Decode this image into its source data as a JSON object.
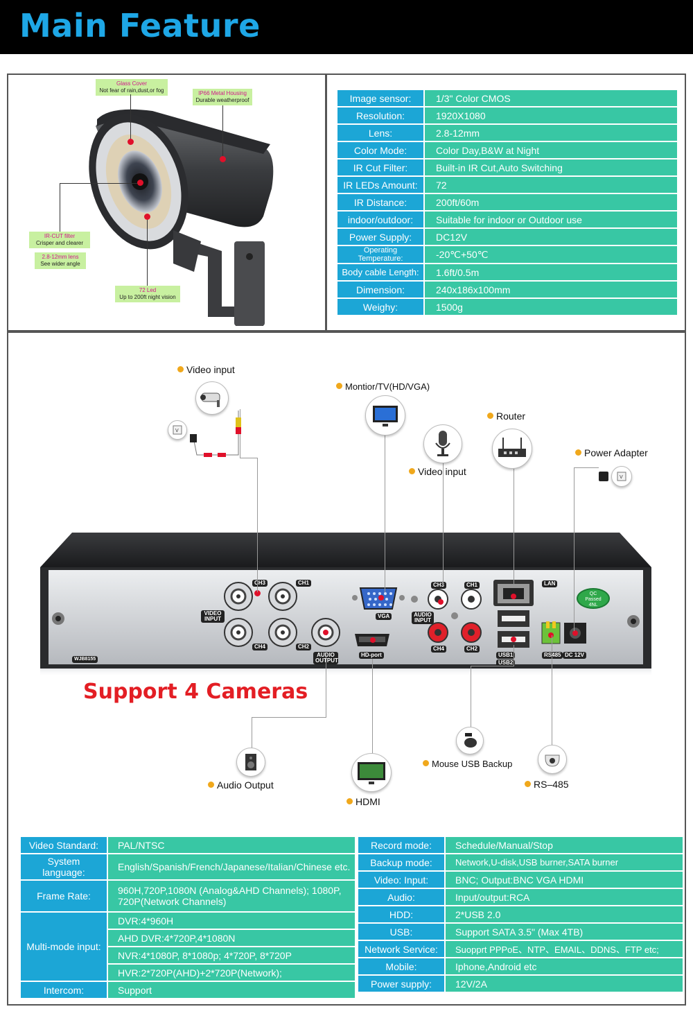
{
  "header": {
    "title": "Main Feature"
  },
  "camera": {
    "callouts": [
      {
        "title": "Glass Cover",
        "text": "Not fear of rain,dust,or fog"
      },
      {
        "title": "IP66 Metal Housing",
        "text": "Durable weatherproof"
      },
      {
        "title": "IR-CUT filter",
        "text": "Crisper and clearer"
      },
      {
        "title": "2.8-12mm lens",
        "text": "See wider angle"
      },
      {
        "title": "72 Led",
        "text": "Up to 200ft night vision"
      }
    ]
  },
  "camera_specs": [
    {
      "key": "Image sensor:",
      "value": "1/3\" Color CMOS"
    },
    {
      "key": "Resolution:",
      "value": "1920X1080"
    },
    {
      "key": "Lens:",
      "value": "2.8-12mm"
    },
    {
      "key": "Color Mode:",
      "value": "Color Day,B&W at Night"
    },
    {
      "key": "IR Cut Filter:",
      "value": "Built-in IR Cut,Auto Switching"
    },
    {
      "key": "IR LEDs Amount:",
      "value": "72"
    },
    {
      "key": "IR Distance:",
      "value": "200ft/60m"
    },
    {
      "key": "indoor/outdoor:",
      "value": "Suitable for indoor or Outdoor use"
    },
    {
      "key": "Power Supply:",
      "value": "DC12V"
    },
    {
      "key": "Operating Temperature:",
      "value": "-20℃+50℃"
    },
    {
      "key": "Body cable Length:",
      "value": "1.6ft/0.5m"
    },
    {
      "key": "Dimension:",
      "value": "240x186x100mm"
    },
    {
      "key": "Weighy:",
      "value": "1500g"
    }
  ],
  "diagram": {
    "labels": {
      "video_input_top": "Video input",
      "monitor": "Montior/TV(HD/VGA)",
      "router": "Router",
      "video_input_mic": "Video input",
      "power_adapter": "Power Adapter",
      "audio_output": "Audio Output",
      "hdmi": "HDMI",
      "mouse_usb": "Mouse USB Backup",
      "rs485": "RS–485"
    },
    "support_text": "Support 4 Cameras",
    "ports": {
      "ch3": "CH3",
      "ch1": "CH1",
      "ch4": "CH4",
      "ch2": "CH2",
      "video_input": "VIDEO INPUT",
      "audio_output": "AUDIO OUTPUT",
      "vga": "VGA",
      "hd_port": "HD-port",
      "audio_input": "AUDIO INPUT",
      "lan": "LAN",
      "usb1": "USB1",
      "usb2": "USB2",
      "rs485": "RS485",
      "dc12v": "DC 12V",
      "model": "WJB8155",
      "qc_line1": "QC",
      "qc_line2": "Passed",
      "qc_line3": "4NL"
    }
  },
  "dvr_specs_left": [
    {
      "key": "Video Standard:",
      "values": [
        "PAL/NTSC"
      ]
    },
    {
      "key": "System language:",
      "values": [
        "English/Spanish/French/Japanese/Italian/Chinese etc."
      ]
    },
    {
      "key": "Frame Rate:",
      "values": [
        "960H,720P,1080N (Analog&AHD Channels); 1080P, 720P(Network Channels)"
      ]
    },
    {
      "key": "Multi-mode input:",
      "values": [
        "DVR:4*960H",
        "AHD DVR:4*720P,4*1080N",
        "NVR:4*1080P, 8*1080p; 4*720P, 8*720P",
        "HVR:2*720P(AHD)+2*720P(Network);"
      ]
    },
    {
      "key": "Intercom:",
      "values": [
        "Support"
      ]
    }
  ],
  "dvr_specs_right": [
    {
      "key": "Record mode:",
      "value": "Schedule/Manual/Stop"
    },
    {
      "key": "Backup mode:",
      "value": "Network,U-disk,USB burner,SATA burner"
    },
    {
      "key": "Video: Input:",
      "value": "BNC;  Output:BNC VGA HDMI"
    },
    {
      "key": "Audio:",
      "value": "Input/output:RCA"
    },
    {
      "key": "HDD:",
      "value": "2*USB 2.0"
    },
    {
      "key": "USB:",
      "value": "Support SATA 3.5\" (Max 4TB)"
    },
    {
      "key": "Network Service:",
      "value": "Suopprt PPPoE、NTP、EMAIL、DDNS、FTP etc;"
    },
    {
      "key": "Mobile:",
      "value": "Iphone,Android etc"
    },
    {
      "key": "Power supply:",
      "value": "12V/2A"
    }
  ]
}
